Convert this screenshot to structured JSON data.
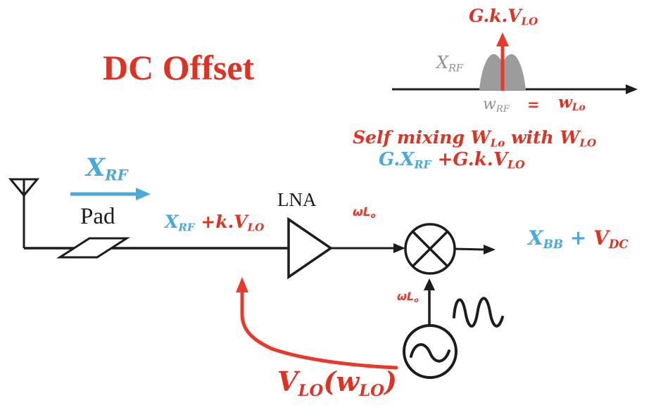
{
  "colors": {
    "title_red": "#e03222",
    "annotation_red": "#e8392b",
    "signal_blue": "#49a8de",
    "spectrum_gray": "#9c9c9c",
    "text_gray": "#8f8f8f",
    "line_black": "#1c1c1c"
  },
  "title": "DC Offset",
  "spectrum": {
    "peak_label": [
      {
        "t": "G.k.V"
      },
      {
        "t": "LO",
        "s": true
      }
    ],
    "signal_label": [
      {
        "t": "X"
      },
      {
        "t": "RF",
        "s": true
      }
    ],
    "wrf_label": [
      {
        "t": "w"
      },
      {
        "t": "RF",
        "s": true
      }
    ],
    "equals": "=",
    "wlo_label": [
      {
        "t": "w"
      },
      {
        "t": "Lo",
        "s": true
      }
    ]
  },
  "notes": {
    "self_mixing": [
      {
        "t": "Self mixing W"
      },
      {
        "t": "Lo",
        "s": true
      },
      {
        "t": " with W"
      },
      {
        "t": "LO",
        "s": true
      }
    ],
    "output_sum": [
      {
        "t": "G.",
        "c": "blue"
      },
      {
        "t": "X",
        "c": "blue"
      },
      {
        "t": "RF",
        "c": "blue",
        "s": true
      },
      {
        "t": " +",
        "c": "red"
      },
      {
        "t": "G.k.",
        "c": "red"
      },
      {
        "t": "V",
        "c": "red"
      },
      {
        "t": "LO",
        "c": "red",
        "s": true
      }
    ]
  },
  "chain": {
    "input_signal": [
      {
        "t": "X"
      },
      {
        "t": "RF",
        "s": true
      }
    ],
    "pad_label": "Pad",
    "line_label": [
      {
        "t": "X",
        "c": "blue"
      },
      {
        "t": "RF",
        "c": "blue",
        "s": true
      },
      {
        "t": " +",
        "c": "red"
      },
      {
        "t": "k.",
        "c": "red"
      },
      {
        "t": "V",
        "c": "red"
      },
      {
        "t": "LO",
        "c": "red",
        "s": true
      }
    ],
    "lna_label": "LNA",
    "wlo_hand": [
      {
        "t": "ωL"
      },
      {
        "t": "o",
        "s": true
      }
    ],
    "output_label": [
      {
        "t": "X",
        "c": "blue"
      },
      {
        "t": "BB",
        "c": "blue",
        "s": true
      },
      {
        "t": " + ",
        "c": "blue"
      },
      {
        "t": "V",
        "c": "red"
      },
      {
        "t": "DC",
        "c": "red",
        "s": true
      }
    ],
    "vlo_label": [
      {
        "t": "V"
      },
      {
        "t": "LO",
        "s": true
      },
      {
        "t": "("
      },
      {
        "t": "w"
      },
      {
        "t": "LO",
        "s": true
      },
      {
        "t": ")"
      }
    ]
  }
}
